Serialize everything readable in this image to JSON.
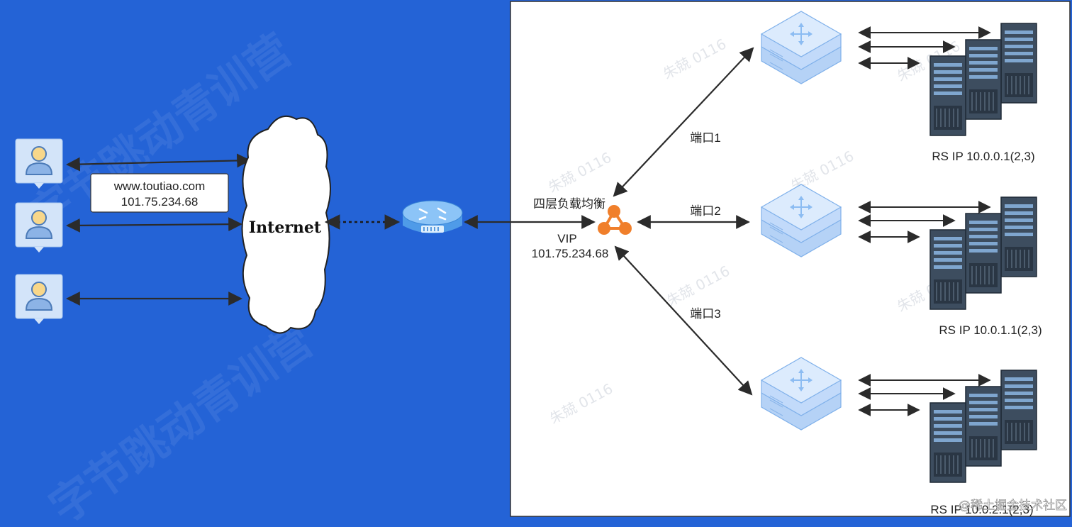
{
  "client_box": {
    "line1": "www.toutiao.com",
    "line2": "101.75.234.68"
  },
  "internet_label": "Internet",
  "lb": {
    "title": "四层负载均衡",
    "vip_label": "VIP",
    "vip_ip": "101.75.234.68"
  },
  "ports": [
    "端口1",
    "端口2",
    "端口3"
  ],
  "server_groups": [
    {
      "label": "RS IP 10.0.0.1(2,3)"
    },
    {
      "label": "RS IP 10.0.1.1(2,3)"
    },
    {
      "label": "RS IP 10.0.2.1(2,3)"
    }
  ],
  "watermarks": {
    "big": "字节跳动青训营",
    "small": "朱兢 0116",
    "corner": "@稀土掘金技术社区"
  },
  "colors": {
    "background": "#2463d6",
    "panel": "#ffffff",
    "cloud": "#ffffff",
    "lb_node": "#f07f2b",
    "switch": "#c9defa",
    "server": "#3a4a5c",
    "arrow": "#2b2b2b"
  }
}
